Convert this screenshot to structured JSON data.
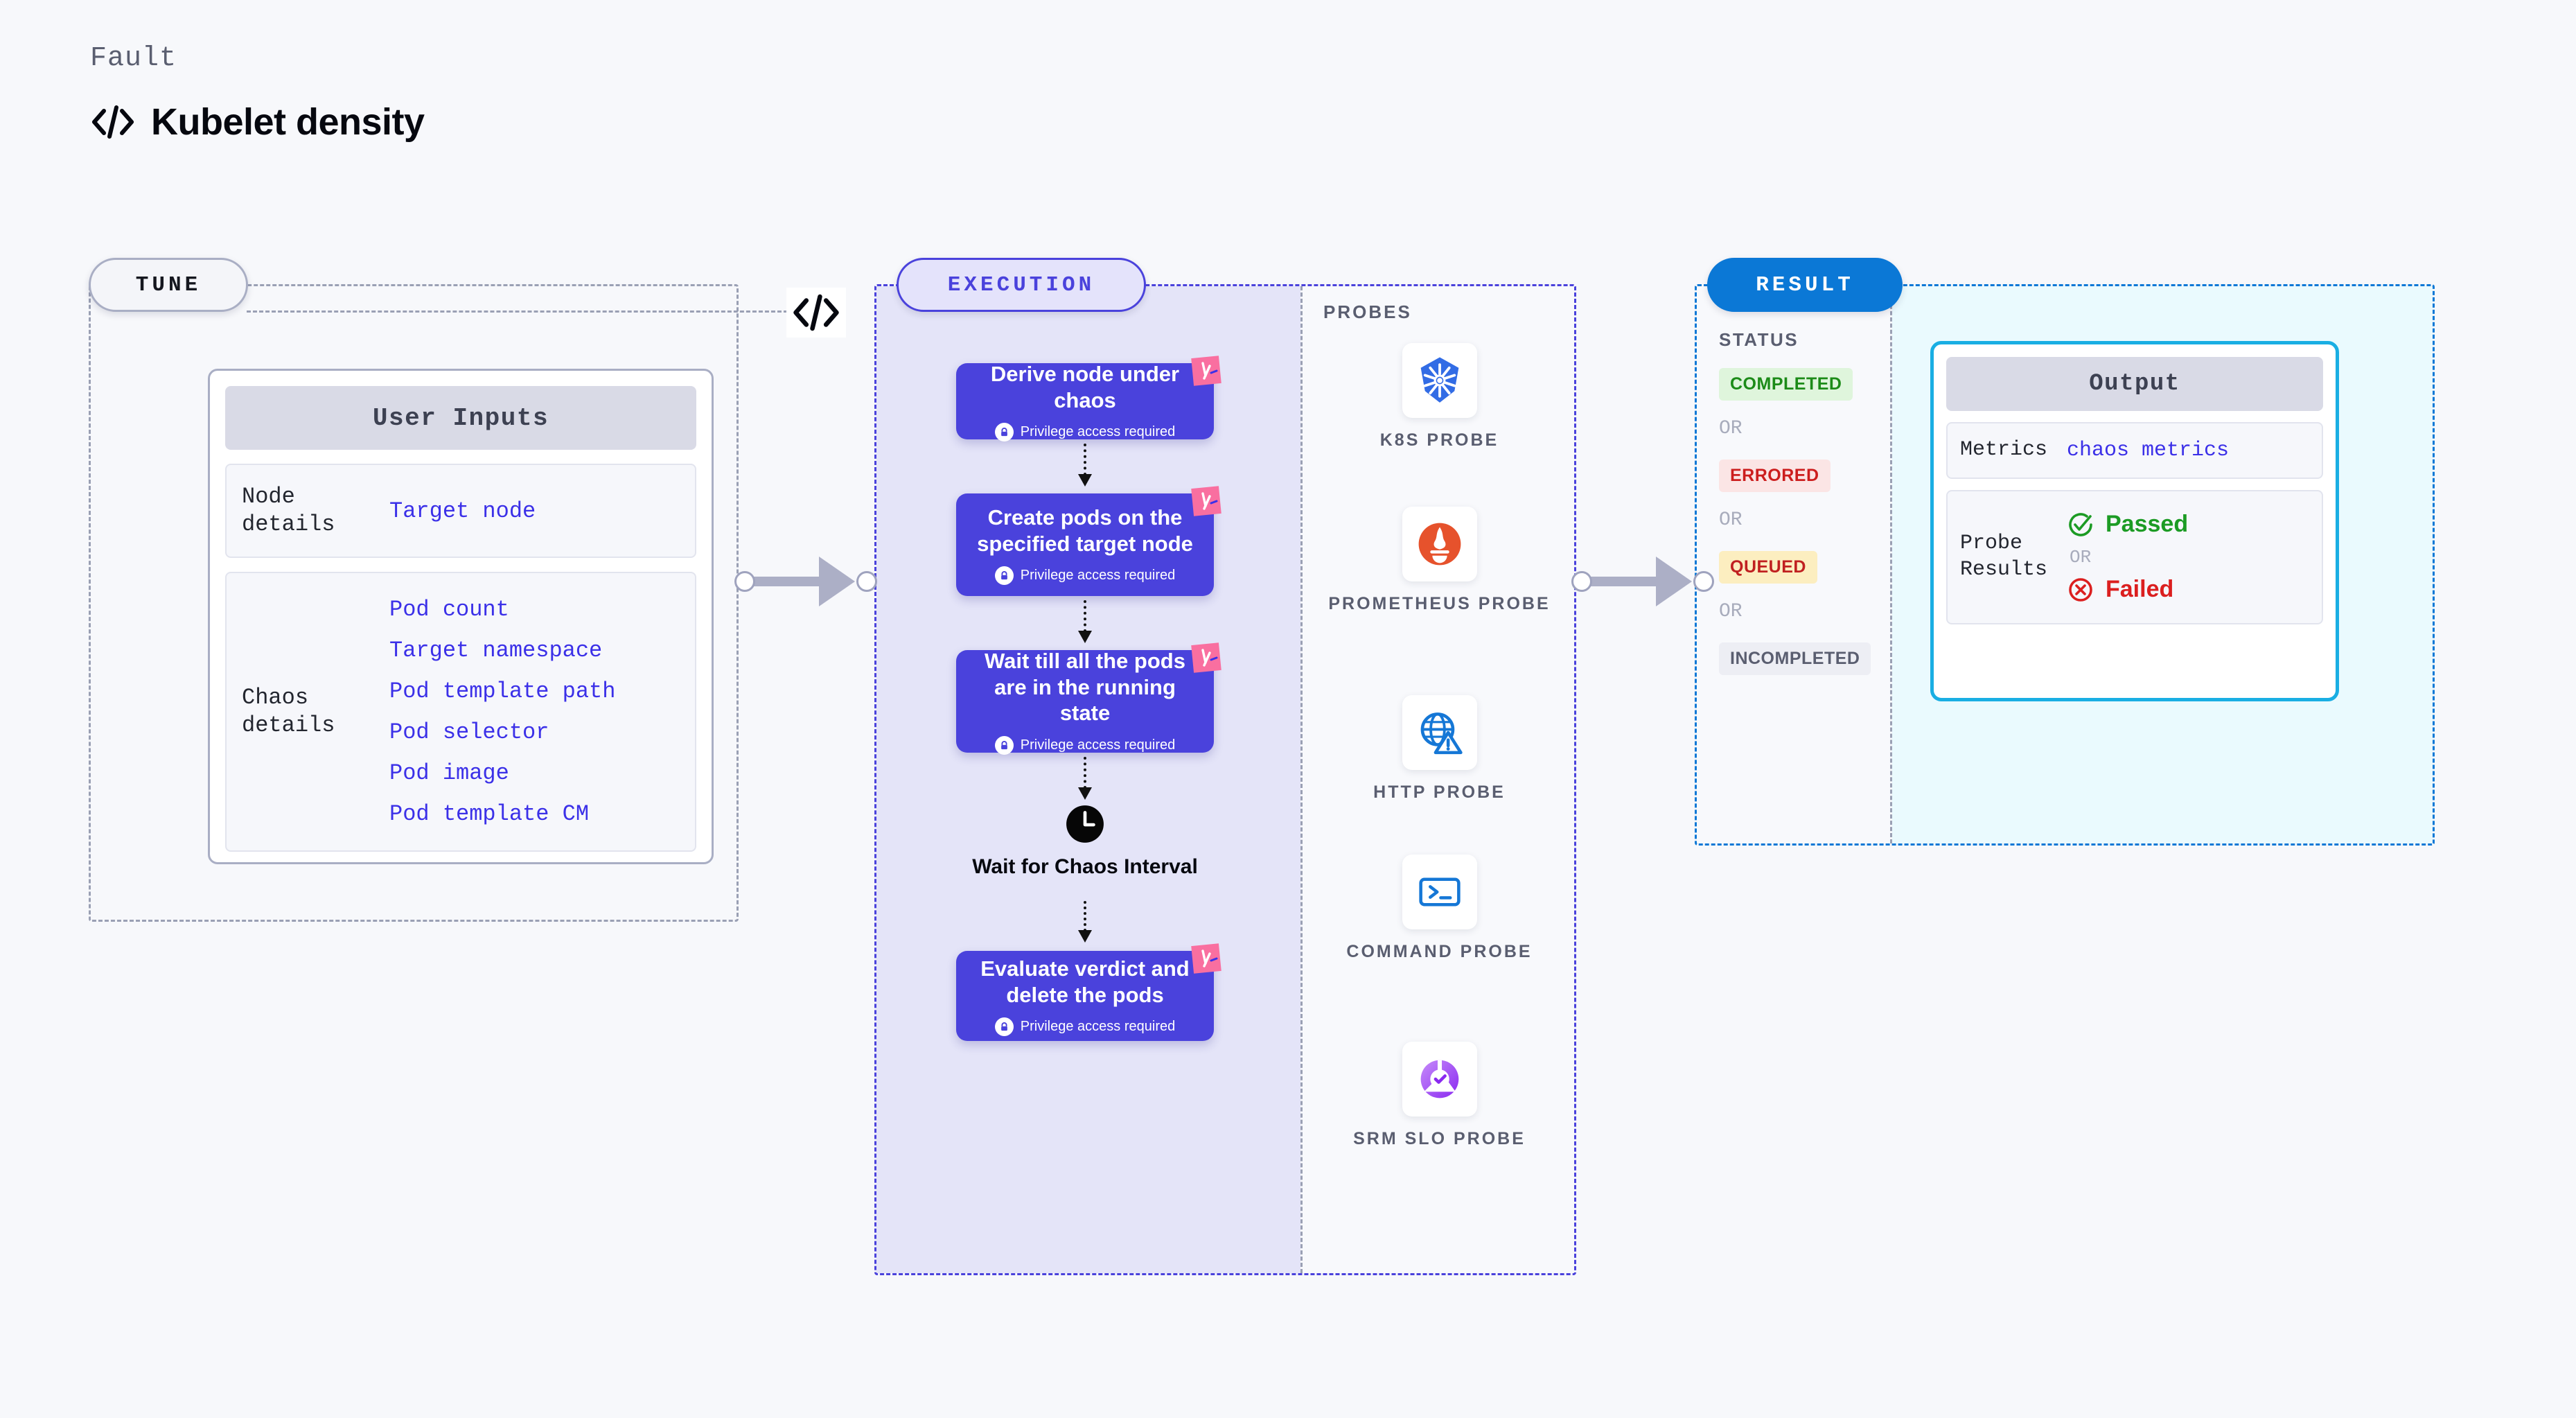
{
  "header": {
    "kicker": "Fault",
    "title": "Kubelet density",
    "code_icon": "code-icon"
  },
  "stages": {
    "tune": {
      "badge": "TUNE",
      "panel_title": "User Inputs",
      "rows": [
        {
          "key": "Node details",
          "values": [
            "Target node"
          ]
        },
        {
          "key": "Chaos details",
          "values": [
            "Pod count",
            "Target namespace",
            "Pod template path",
            "Pod selector",
            "Pod image",
            "Pod template CM"
          ]
        }
      ]
    },
    "execution": {
      "badge": "EXECUTION",
      "steps": [
        {
          "title": "Derive node under chaos",
          "sub": "Privilege access required"
        },
        {
          "title": "Create pods on the specified target node",
          "sub": "Privilege access required"
        },
        {
          "title": "Wait till all the pods are in the running state",
          "sub": "Privilege access required"
        },
        {
          "title": "Evaluate verdict and delete the pods",
          "sub": "Privilege access required"
        }
      ],
      "wait_node": {
        "label": "Wait for Chaos Interval",
        "icon": "clock-icon"
      },
      "probes": {
        "label": "PROBES",
        "items": [
          {
            "name": "K8S PROBE",
            "icon": "kubernetes-icon"
          },
          {
            "name": "PROMETHEUS PROBE",
            "icon": "prometheus-icon"
          },
          {
            "name": "HTTP PROBE",
            "icon": "http-globe-warning-icon"
          },
          {
            "name": "COMMAND PROBE",
            "icon": "terminal-icon"
          },
          {
            "name": "SRM SLO PROBE",
            "icon": "srm-slo-icon"
          }
        ]
      }
    },
    "result": {
      "badge": "RESULT",
      "status_label": "STATUS",
      "or_text": "OR",
      "statuses": [
        {
          "label": "COMPLETED",
          "bg": "#DFF5DC",
          "color": "#1C8B18"
        },
        {
          "label": "ERRORED",
          "bg": "#FBE5E5",
          "color": "#CC1E1E"
        },
        {
          "label": "QUEUED",
          "bg": "#FCEEC0",
          "color": "#C02020"
        },
        {
          "label": "INCOMPLETED",
          "bg": "#EDEEF4",
          "color": "#5A5E70"
        }
      ],
      "output": {
        "title": "Output",
        "metrics_key": "Metrics",
        "metrics_value": "chaos metrics",
        "probe_results_key": "Probe Results",
        "passed": "Passed",
        "failed": "Failed",
        "or_text": "OR"
      }
    }
  },
  "colors": {
    "indigo": "#4A42DC",
    "result_blue": "#0B78D6",
    "output_cyan": "#19AEE3",
    "link_blue": "#3B30E8",
    "pass_green": "#1C9B24",
    "fail_red": "#DB1F1F",
    "ribbon_pink": "#F96FA0"
  }
}
